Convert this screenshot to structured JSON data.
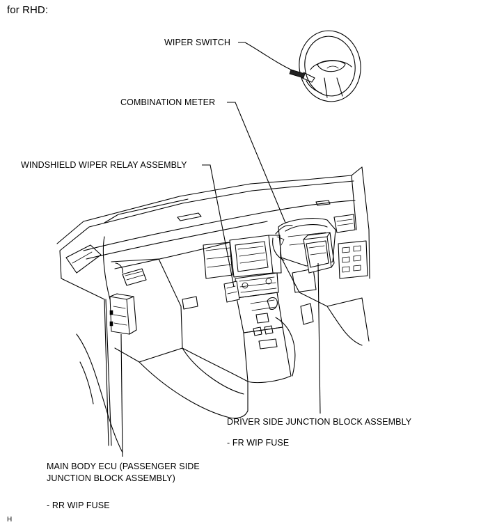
{
  "heading": "for RHD:",
  "labels": {
    "wiper_switch": "WIPER SWITCH",
    "combination_meter": "COMBINATION METER",
    "windshield_wiper_relay": "WINDSHIELD WIPER RELAY ASSEMBLY",
    "driver_side_junction_block": "DRIVER SIDE JUNCTION BLOCK ASSEMBLY",
    "fr_wip_fuse": "- FR WIP FUSE",
    "main_body_ecu_line1": "MAIN BODY ECU (PASSENGER SIDE",
    "main_body_ecu_line2": "JUNCTION BLOCK ASSEMBLY)",
    "rr_wip_fuse": "- RR WIP FUSE"
  },
  "figure_code": "H"
}
